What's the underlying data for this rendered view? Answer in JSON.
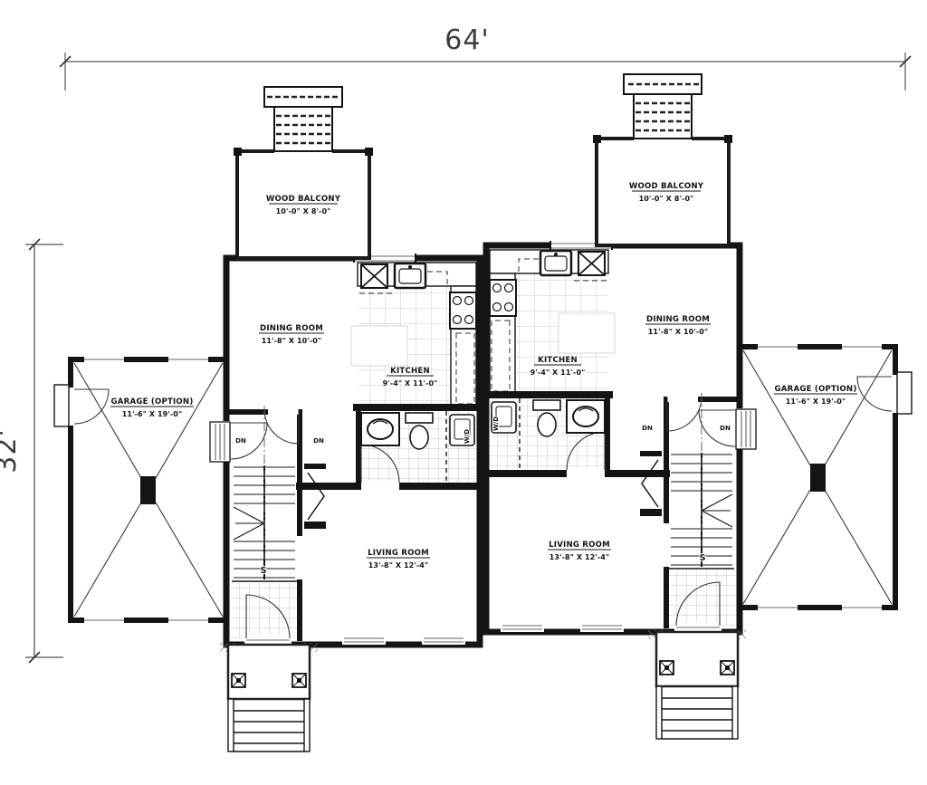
{
  "page": {
    "type": "duplex first-floor architectural plan",
    "units_count": 2
  },
  "dimension_labels": {
    "overall_width": "64'",
    "overall_depth": "32'"
  },
  "rooms": {
    "wood_balcony": {
      "name": "WOOD BALCONY",
      "size": "10'-0\" X 8'-0\""
    },
    "dining_room": {
      "name": "DINING ROOM",
      "size": "11'-8\" X 10'-0\""
    },
    "kitchen": {
      "name": "KITCHEN",
      "size": "9'-4\" X 11'-0\""
    },
    "living_room": {
      "name": "LIVING ROOM",
      "size": "13'-8\" X 12'-4\""
    },
    "garage": {
      "name": "GARAGE (OPTION)",
      "size": "11'-6\" X 19'-0\""
    }
  },
  "annotations": {
    "stairs_down": "DN",
    "section_marker": "S",
    "laundry": "W/D"
  },
  "colors": {
    "line": "#141414",
    "window": "#9a9a9a",
    "tile_grid": "#c9c9c9",
    "dimension_text": "#3d3d3d",
    "background": "#ffffff"
  }
}
